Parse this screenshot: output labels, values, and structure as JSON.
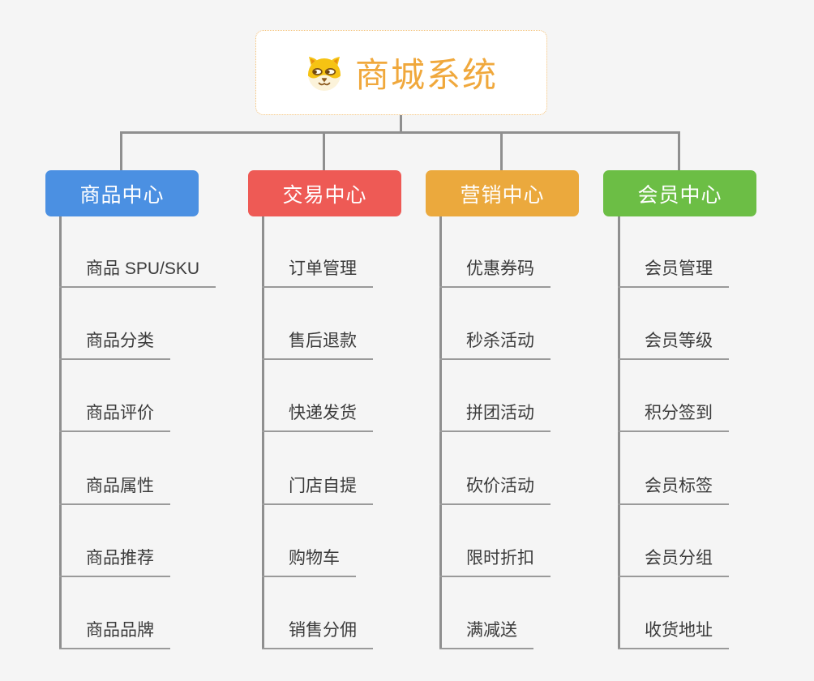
{
  "root": {
    "title": "商城系统",
    "icon": "doge-icon",
    "title_color": "#f0a83c",
    "border_color": "#f3be72"
  },
  "connector_color": "#8f8f8f",
  "background_color": "#f5f5f5",
  "branches": [
    {
      "label": "商品中心",
      "color": "#4b90e2",
      "items": [
        "商品 SPU/SKU",
        "商品分类",
        "商品评价",
        "商品属性",
        "商品推荐",
        "商品品牌"
      ]
    },
    {
      "label": "交易中心",
      "color": "#ee5a55",
      "items": [
        "订单管理",
        "售后退款",
        "快递发货",
        "门店自提",
        "购物车",
        "销售分佣"
      ]
    },
    {
      "label": "营销中心",
      "color": "#eba93d",
      "items": [
        "优惠券码",
        "秒杀活动",
        "拼团活动",
        "砍价活动",
        "限时折扣",
        "满减送"
      ]
    },
    {
      "label": "会员中心",
      "color": "#6cbe45",
      "items": [
        "会员管理",
        "会员等级",
        "积分签到",
        "会员标签",
        "会员分组",
        "收货地址"
      ]
    }
  ]
}
